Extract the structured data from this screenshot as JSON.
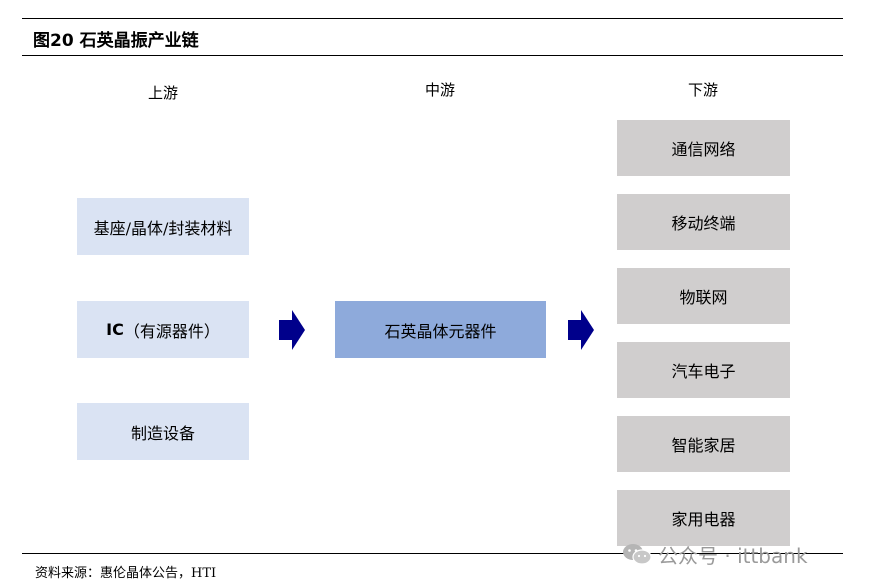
{
  "title": "图20 石英晶振产业链",
  "columns": {
    "upstream": "上游",
    "midstream": "中游",
    "downstream": "下游"
  },
  "upstream_items": [
    "基座/晶体/封装材料",
    "IC",
    "（有源器件）",
    "制造设备"
  ],
  "midstream_item": "石英晶体元器件",
  "downstream_items": [
    "通信网络",
    "移动终端",
    "物联网",
    "汽车电子",
    "智能家居",
    "家用电器"
  ],
  "source": "资料来源：惠伦晶体公告，HTI",
  "watermark": "公众号 · ittbank",
  "colors": {
    "upstream_fill": "#dae3f3",
    "midstream_fill": "#8eaadb",
    "downstream_fill": "#d0cece",
    "arrow": "#00008b"
  }
}
